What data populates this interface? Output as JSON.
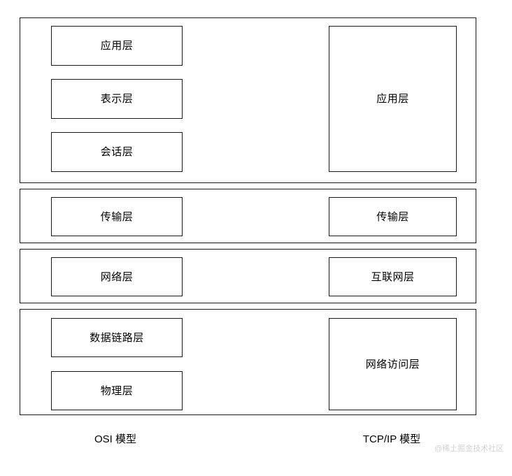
{
  "diagram": {
    "title_left": "OSI 模型",
    "title_right": "TCP/IP 模型",
    "watermark": "@稀土掘金技术社区",
    "colors": {
      "background": "#ffffff",
      "border": "#1b1b1b",
      "text": "#000000",
      "watermark": "#d2d2d2"
    },
    "bands": [
      {
        "name": "application-band",
        "osi_layers": [
          "应用层",
          "表示层",
          "会话层"
        ],
        "tcpip_layers": [
          "应用层"
        ]
      },
      {
        "name": "transport-band",
        "osi_layers": [
          "传输层"
        ],
        "tcpip_layers": [
          "传输层"
        ]
      },
      {
        "name": "network-band",
        "osi_layers": [
          "网络层"
        ],
        "tcpip_layers": [
          "互联网层"
        ]
      },
      {
        "name": "link-band",
        "osi_layers": [
          "数据链路层",
          "物理层"
        ],
        "tcpip_layers": [
          "网络访问层"
        ]
      }
    ]
  }
}
